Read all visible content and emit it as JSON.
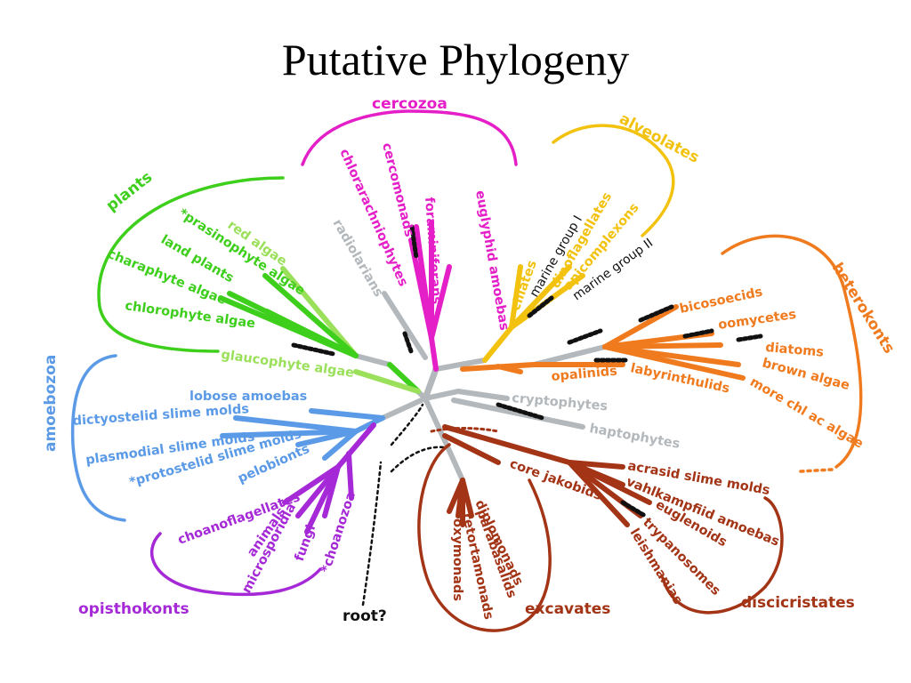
{
  "title": "Putative Phylogeny",
  "colors": {
    "plants": "#3ecf1c",
    "plants_light": "#9be05a",
    "cercozoa": "#e51fc8",
    "alveolates": "#f2c20f",
    "heterokonts": "#f07a1e",
    "amoebozoa": "#5b9ae6",
    "opisthokonts": "#a529d6",
    "excavates": "#a33416",
    "grey": "#b3b8bc",
    "black": "#111111"
  },
  "groups": {
    "plants": "plants",
    "cercozoa": "cercozoa",
    "alveolates": "alveolates",
    "heterokonts": "heterokonts",
    "amoebozoa": "amoebozoa",
    "opisthokonts": "opisthokonts",
    "excavates": "excavates",
    "discicristates": "discicristates",
    "root": "root?"
  },
  "taxa": {
    "red_algae": "red algae",
    "prasinophyte": "*prasinophyte algae",
    "land_plants": "land plants",
    "charaphyte": "charaphyte algae",
    "chlorophyte": "chlorophyte algae",
    "glaucophyte": "glaucophyte algae",
    "radiolarians": "radiolarians",
    "chlorarachniophytes": "chlorarachniophytes",
    "cercomonads": "cercomonads",
    "foraminiferans": "foraminiferans",
    "euglyphid": "euglyphid amoebas",
    "ciliates": "ciliates",
    "marine1": "marine group I",
    "dinoflagellates": "dinoflagellates",
    "apicomplexons": "apicomplexons",
    "marine2": "marine group II",
    "bicosoecids": "bicosoecids",
    "oomycetes": "oomycetes",
    "diatoms": "diatoms",
    "brown_algae": "brown algae",
    "more_chl": "more chl ac algae",
    "labyrinthulids": "labyrinthulids",
    "opalinids": "opalinids",
    "cryptophytes": "cryptophytes",
    "haptophytes": "haptophytes",
    "lobose": "lobose amoebas",
    "dictyostelid": "dictyostelid slime molds",
    "plasmodial": "plasmodial slime molds",
    "protostelid": "*protostelid slime molds",
    "pelobionts": "pelobionts",
    "choanoflagellates": "choanoflagellates",
    "animals": "animals",
    "microsporidia": "microsporidia",
    "fungi": "fungi",
    "choanozoa": "*choanozoa",
    "core_jakobids": "core jakobids",
    "diplomonads": "diplomonads",
    "parabasalids": "parabasalids",
    "retortamonads": "retortamonads",
    "oxymonads": "oxymonads",
    "acrasid": "acrasid slime molds",
    "vahlkampfiid": "vahlkampfiid amoebas",
    "euglenoids": "euglenoids",
    "trypanosomes": "trypanosomes",
    "leishmanias": "leishmanias"
  }
}
